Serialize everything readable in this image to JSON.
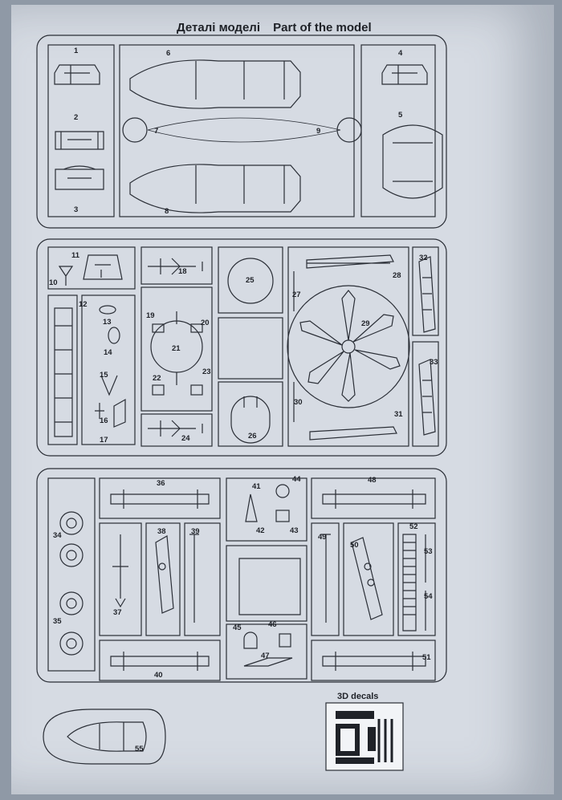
{
  "title": {
    "ua": "Деталі моделі",
    "en": "Part of the model"
  },
  "decals_label": "3D decals",
  "parts": [
    "1",
    "2",
    "3",
    "4",
    "5",
    "6",
    "7",
    "8",
    "9",
    "10",
    "11",
    "12",
    "13",
    "14",
    "15",
    "16",
    "17",
    "18",
    "19",
    "20",
    "21",
    "22",
    "23",
    "24",
    "25",
    "26",
    "27",
    "28",
    "29",
    "30",
    "31",
    "32",
    "33",
    "34",
    "35",
    "36",
    "37",
    "38",
    "39",
    "40",
    "41",
    "42",
    "43",
    "44",
    "45",
    "46",
    "47",
    "48",
    "49",
    "50",
    "51",
    "52",
    "53",
    "54",
    "55"
  ],
  "colors": {
    "paper": "#d6dbe3",
    "ink": "#2a2e36",
    "background": "#8f99a6"
  }
}
